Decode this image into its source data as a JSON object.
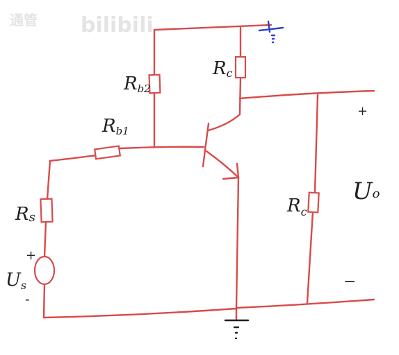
{
  "colors": {
    "ink": "#1f1f1f",
    "wire": "#d94a4a",
    "ground_top": "#2a3fd0",
    "watermark": "#e4e4e4"
  },
  "watermark": {
    "left": "通管",
    "brand": "bilibili"
  },
  "labels": {
    "rb2": {
      "main": "R",
      "sub": "b2"
    },
    "rc_top": {
      "main": "R",
      "sub": "c"
    },
    "rb1": {
      "main": "R",
      "sub": "b1"
    },
    "rs": {
      "main": "R",
      "sub": "s"
    },
    "us": {
      "main": "U",
      "sub": "s"
    },
    "rc_load": {
      "main": "R",
      "sub": "c"
    },
    "uo": {
      "main": "U",
      "sub": "o"
    },
    "source_plus": "+",
    "source_minus": "-",
    "out_plus": "+",
    "out_minus": "−"
  },
  "icons": {
    "transistor": "npn-transistor-icon",
    "source": "voltage-source-icon",
    "ground": "ground-icon"
  }
}
